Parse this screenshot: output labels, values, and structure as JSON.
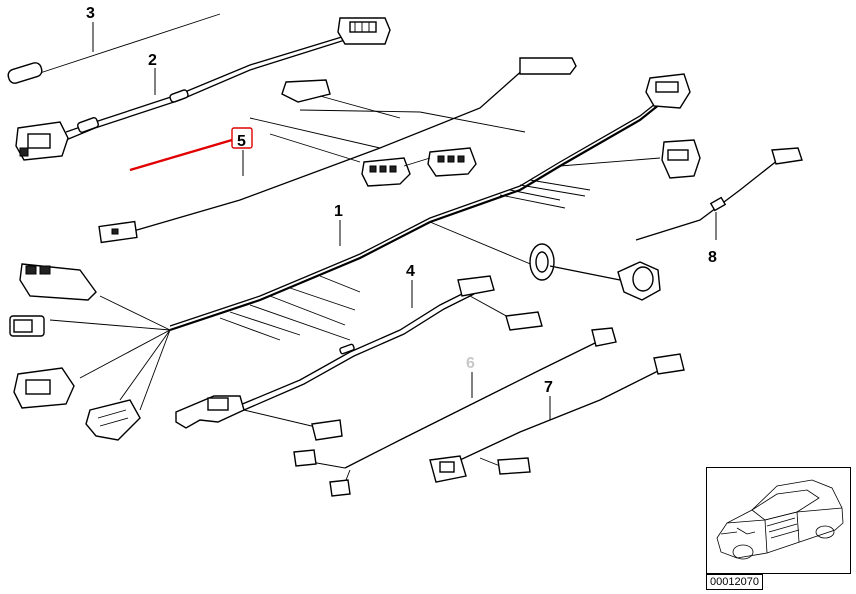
{
  "callouts": {
    "item_1": "1",
    "item_2": "2",
    "item_3": "3",
    "item_4": "4",
    "item_5": "5",
    "item_6": "6",
    "item_7": "7",
    "item_8": "8"
  },
  "highlight": {
    "item": "5",
    "color": "#e00000"
  },
  "dimmed_item": {
    "item": "6",
    "color": "#c8c8c8"
  },
  "thumbnail": {
    "icon": "car-sedan-icon"
  },
  "reference_code": "00012070"
}
